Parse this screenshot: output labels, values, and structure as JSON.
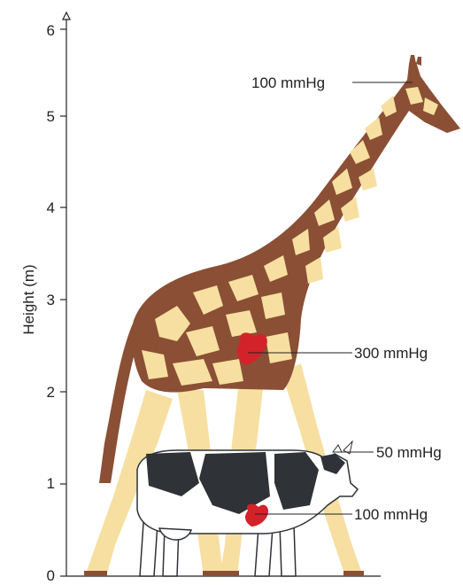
{
  "axis": {
    "label": "Height (m)",
    "ticks": [
      "0",
      "1",
      "2",
      "3",
      "4",
      "5",
      "6"
    ],
    "range": [
      0,
      6
    ]
  },
  "annotations": {
    "giraffe_head": "100 mmHg",
    "giraffe_heart": "300 mmHg",
    "cow_head": "50 mmHg",
    "cow_heart": "100 mmHg"
  },
  "colors": {
    "giraffe_brown": "#8a4f34",
    "giraffe_cream": "#f6dfa0",
    "heart_red": "#d3222a",
    "cow_black": "#2f3236",
    "axis": "#222222"
  }
}
